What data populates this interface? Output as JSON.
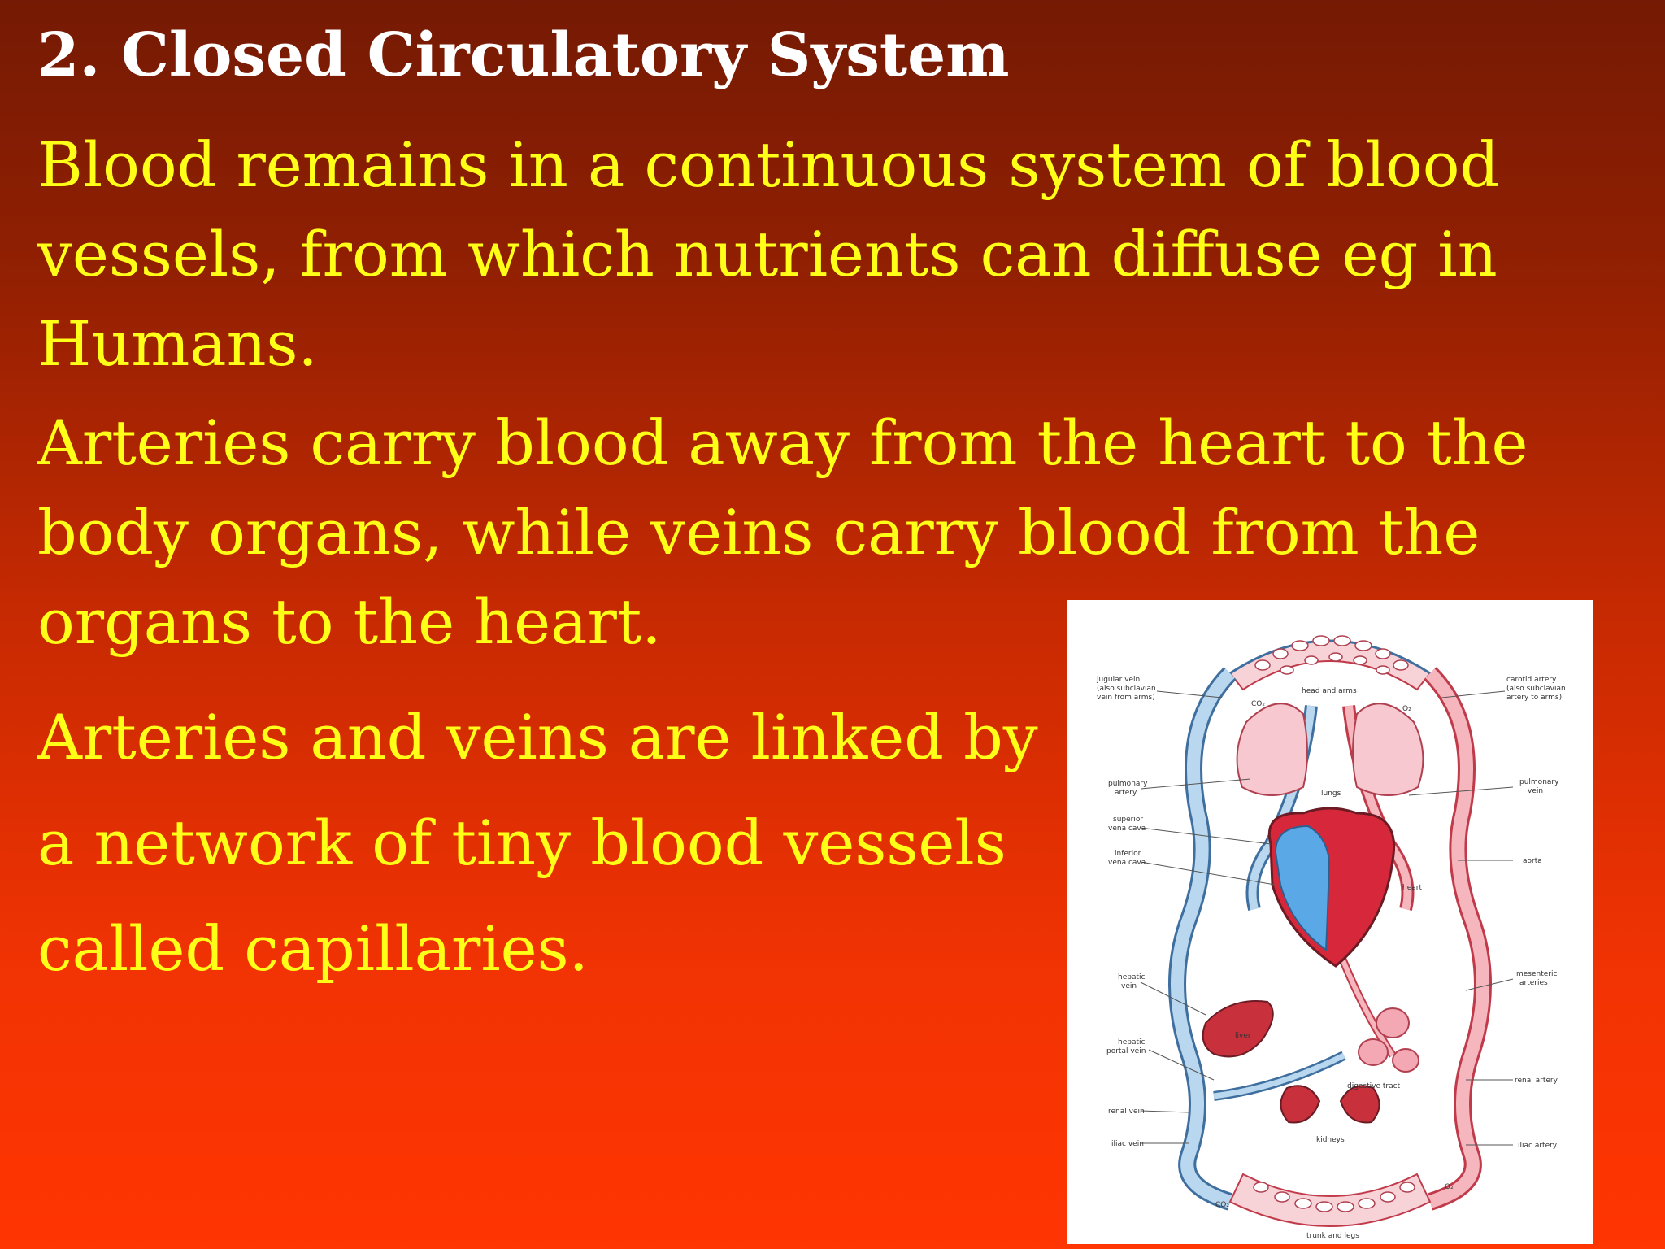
{
  "slide": {
    "title": "2.  Closed Circulatory System",
    "paragraph_1": [
      "Blood remains in a continuous  system of  blood",
      "vessels, from which nutrients can diffuse eg  in",
      "Humans."
    ],
    "paragraph_2": [
      "Arteries carry blood away from the heart to the",
      "body organs, while veins carry blood from the",
      "organs to the heart."
    ],
    "paragraph_3": [
      "Arteries and veins are linked by",
      "a network of tiny blood vessels",
      "called capillaries."
    ]
  },
  "diagram": {
    "left_labels": {
      "jugular_vein": "jugular vein",
      "jugular_vein_2": "(also subclavian",
      "jugular_vein_3": "vein from arms)",
      "pulmonary_artery": "pulmonary",
      "pulmonary_artery_2": "artery",
      "superior_vena_cava": "superior",
      "superior_vena_cava_2": "vena cava",
      "inferior_vena_cava": "inferior",
      "inferior_vena_cava_2": "vena cava",
      "hepatic_vein": "hepatic",
      "hepatic_vein_2": "vein",
      "hepatic_portal_vein": "hepatic",
      "hepatic_portal_vein_2": "portal vein",
      "renal_vein": "renal vein",
      "iliac_vein": "iliac vein"
    },
    "right_labels": {
      "carotid_artery": "carotid artery",
      "carotid_artery_2": "(also subclavian",
      "carotid_artery_3": "artery to arms)",
      "pulmonary_vein": "pulmonary",
      "pulmonary_vein_2": "vein",
      "aorta": "aorta",
      "mesenteric_arteries": "mesenteric",
      "mesenteric_arteries_2": "arteries",
      "renal_artery": "renal artery",
      "iliac_artery": "iliac artery"
    },
    "center_labels": {
      "head_and_arms": "head and arms",
      "co2_top": "CO₂",
      "o2_top": "O₂",
      "lungs": "lungs",
      "heart": "heart",
      "liver": "liver",
      "digestive_tract": "digestive tract",
      "kidneys": "kidneys",
      "o2_bottom": "O₂",
      "co2_bottom": "CO₂",
      "trunk_and_legs": "trunk and legs"
    },
    "colors": {
      "vein": "#7fb3dc",
      "vein_outline": "#3f6f9f",
      "artery": "#f08a96",
      "artery_outline": "#c13a4a",
      "heart_red": "#d6283a",
      "heart_blue": "#5aa9e6"
    }
  }
}
